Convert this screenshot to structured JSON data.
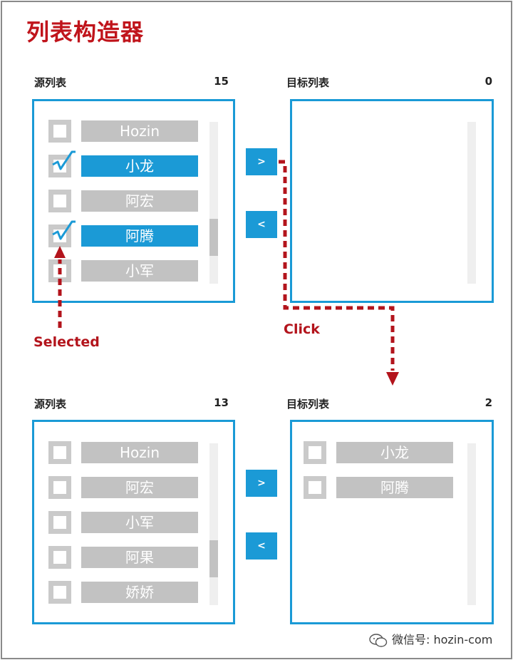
{
  "title": "列表构造器",
  "top": {
    "source_title": "源列表",
    "source_count": "15",
    "target_title": "目标列表",
    "target_count": "0",
    "source_items": [
      "Hozin",
      "小龙",
      "阿宏",
      "阿腾",
      "小军"
    ],
    "target_items": []
  },
  "bottom": {
    "source_title": "源列表",
    "source_count": "13",
    "target_title": "目标列表",
    "target_count": "2",
    "source_items": [
      "Hozin",
      "阿宏",
      "小军",
      "阿果",
      "娇娇"
    ],
    "target_items": [
      "小龙",
      "阿腾"
    ]
  },
  "buttons": {
    "move_right": ">",
    "move_left": "<"
  },
  "annotations": {
    "selected": "Selected",
    "click": "Click"
  },
  "watermark": "微信号: hozin-com",
  "colors": {
    "accent": "#1b9ad6",
    "annotation": "#b3141c",
    "item": "#c2c2c2"
  }
}
